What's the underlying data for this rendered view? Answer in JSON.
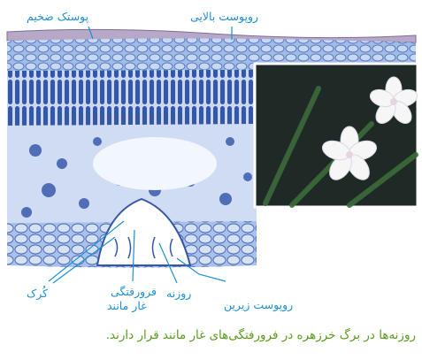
{
  "labels": {
    "thick_cuticle": "پوستک ضخیم",
    "upper_epidermis": "روپوست بالایی",
    "lower_epidermis": "روپوست زیرین",
    "stomata": "روزنه",
    "cave_depression_line1": "فرورفتگی",
    "cave_depression_line2": "غار مانند",
    "hair": "کُرک"
  },
  "caption": "روزنه‌ها در برگ خرزهره در   فرورفتگی‌های غار مانند قرار دارند.",
  "colors": {
    "label": "#1e8fd6",
    "caption": "#5a9b1e",
    "tissue_dark": "#2f4fa0",
    "tissue_light": "#8fb0e0"
  }
}
